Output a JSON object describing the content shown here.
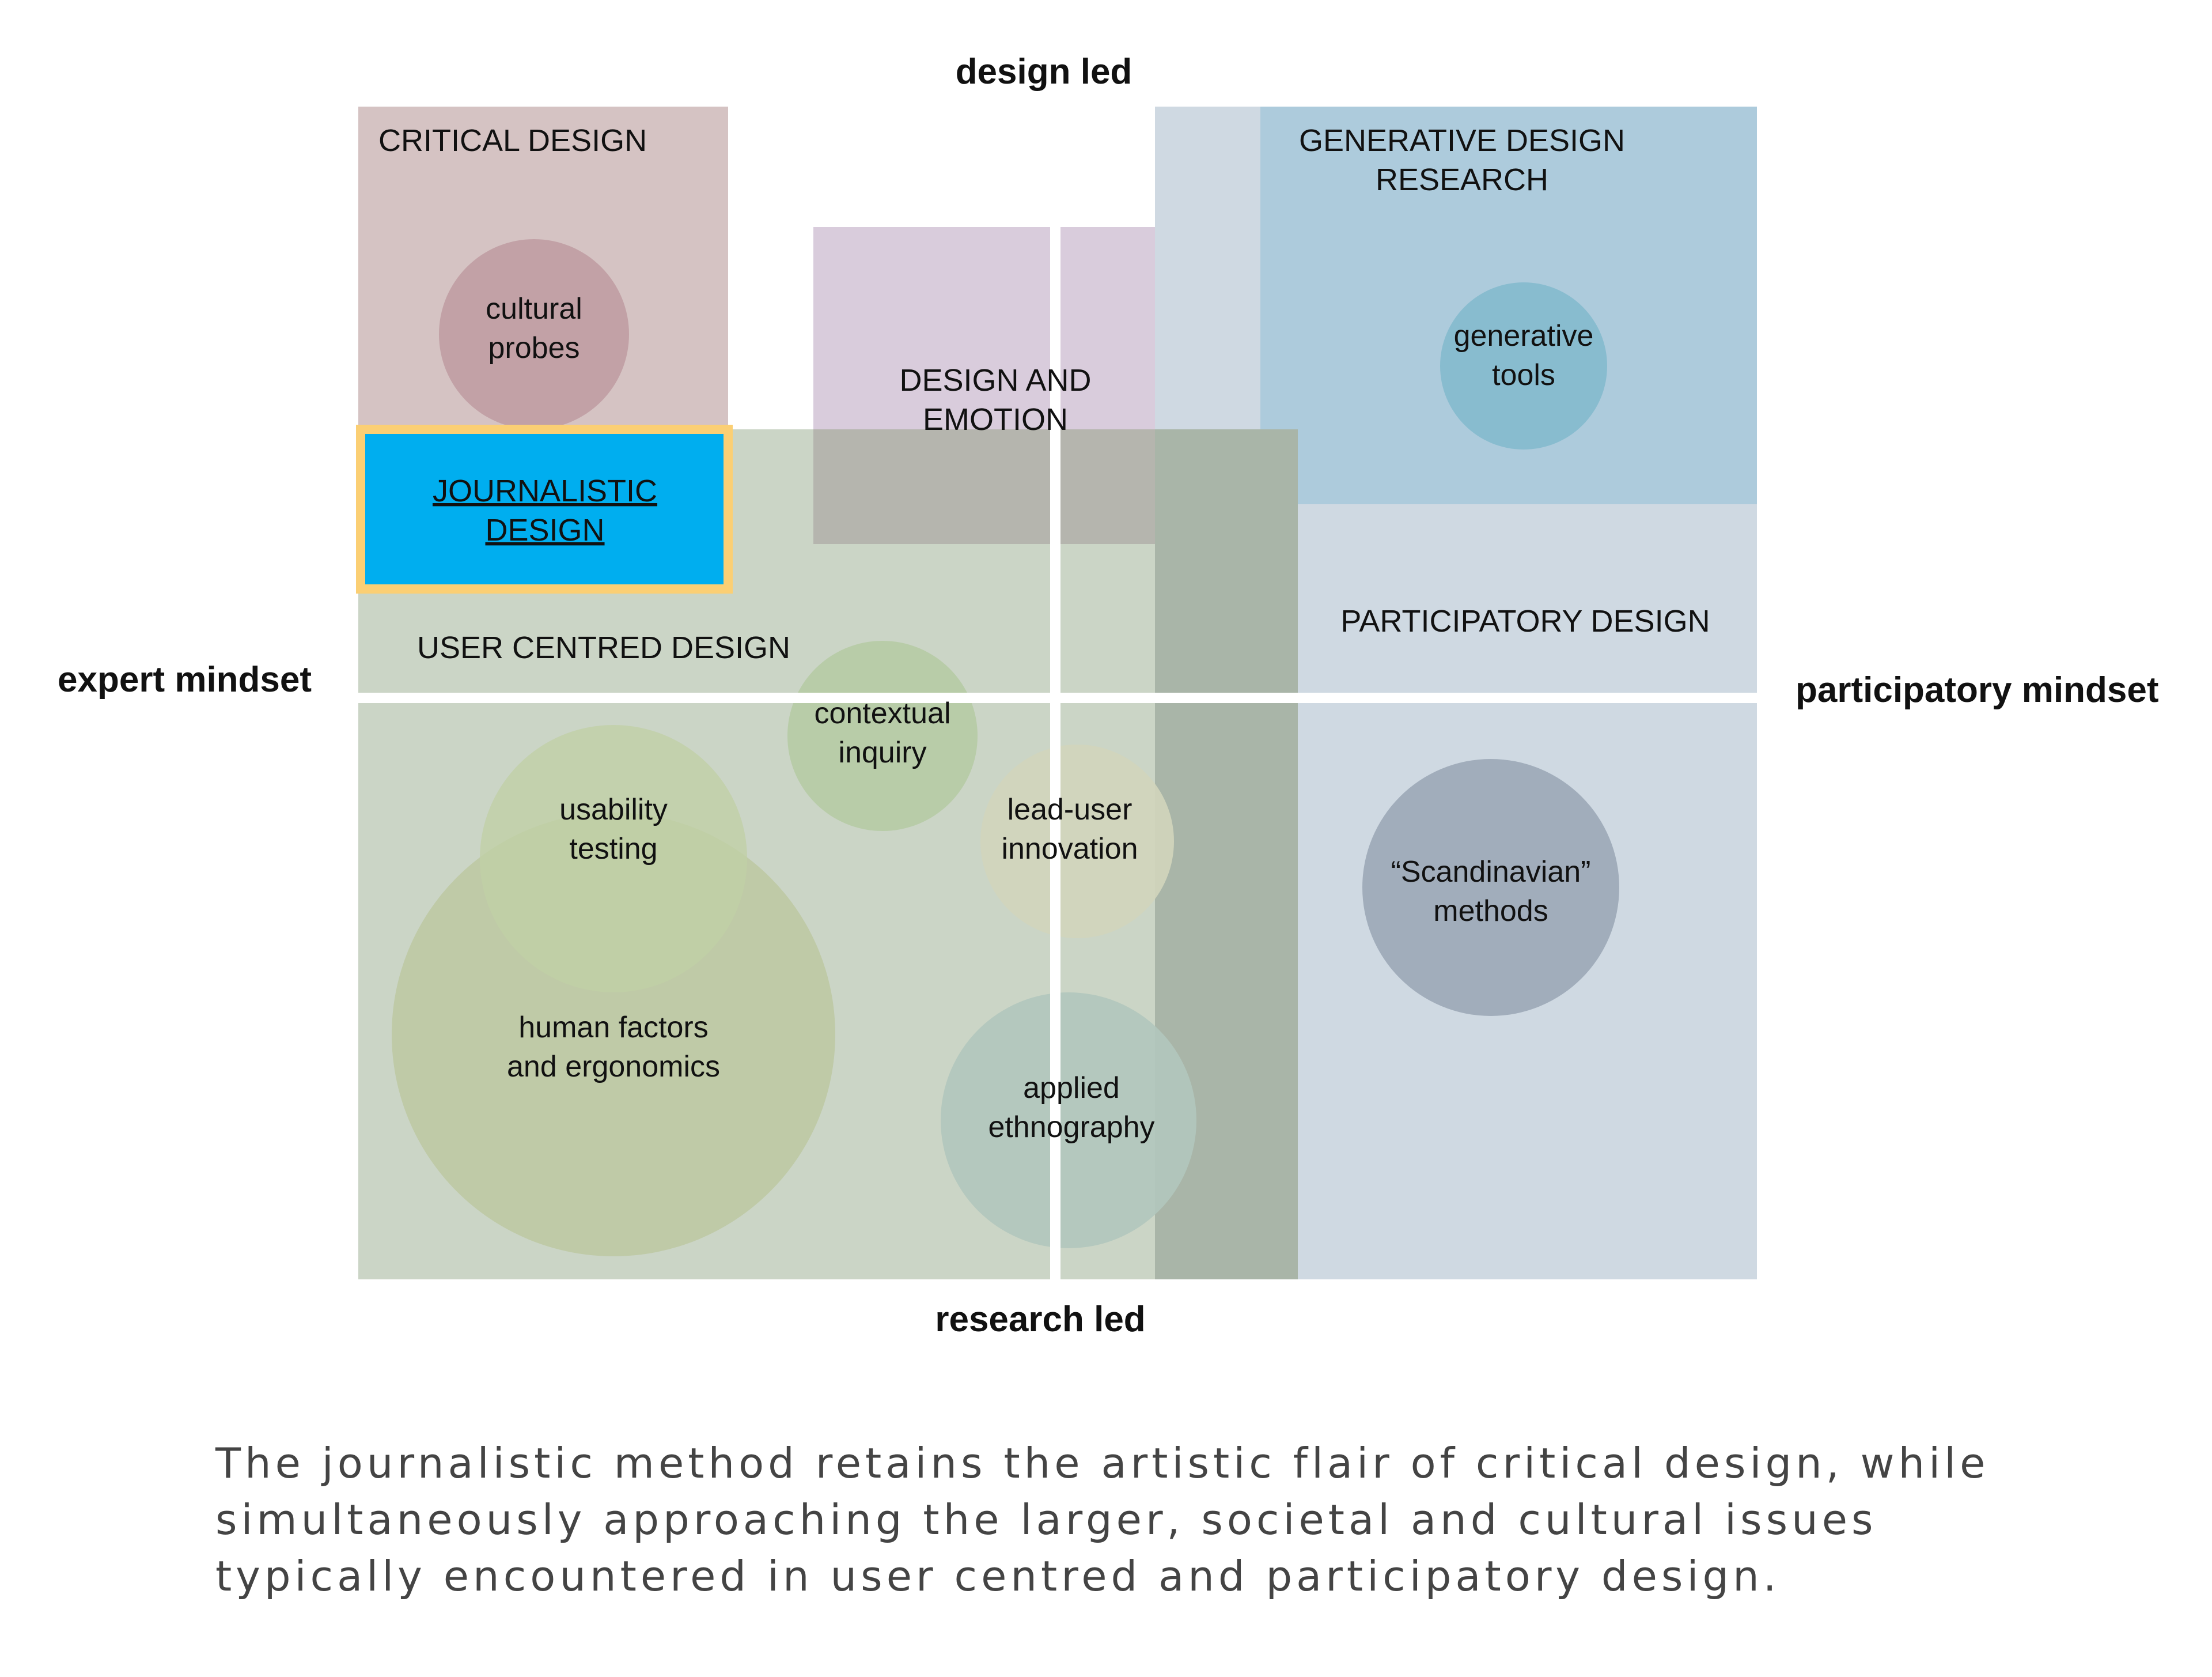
{
  "axes": {
    "top": "design led",
    "bottom": "research led",
    "left": "expert mindset",
    "right": "participatory mindset"
  },
  "regions": {
    "critical_design": "CRITICAL DESIGN",
    "generative_design": [
      "GENERATIVE DESIGN",
      "RESEARCH"
    ],
    "design_and_emotion": [
      "DESIGN AND",
      "EMOTION"
    ],
    "journalistic_design": [
      "JOURNALISTIC",
      "DESIGN"
    ],
    "user_centred_design": "USER CENTRED DESIGN",
    "participatory_design": "PARTICIPATORY DESIGN"
  },
  "methods": {
    "cultural_probes": [
      "cultural",
      "probes"
    ],
    "generative_tools": [
      "generative",
      "tools"
    ],
    "contextual_inquiry": [
      "contextual",
      "inquiry"
    ],
    "usability_testing": [
      "usability",
      "testing"
    ],
    "lead_user_innovation": [
      "lead-user",
      "innovation"
    ],
    "scandinavian_methods": [
      "“Scandinavian”",
      "methods"
    ],
    "human_factors": [
      "human factors",
      "and ergonomics"
    ],
    "applied_ethnography": [
      "applied",
      "ethnography"
    ]
  },
  "caption": "The journalistic method retains the artistic flair of critical design, while simultaneously approaching the larger, societal and cultural issues typically encountered in user centred and participatory design.",
  "colors": {
    "critical": "#d5c3c3",
    "emotion": "#d9ccdc",
    "generative": "#adcbdc",
    "participatory": "#cfd9e2",
    "user_centred": "#cbd5c6",
    "journalistic_fill": "#00aeef",
    "journalistic_border": "#fbcf74",
    "overlap_dark": "#a9b5a8"
  }
}
